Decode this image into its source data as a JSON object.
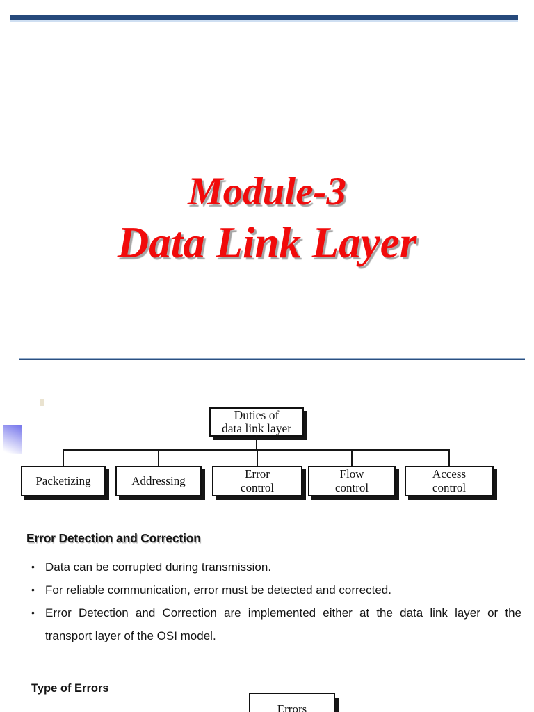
{
  "title": {
    "line1": "Module-3",
    "line2": "Data Link Layer"
  },
  "duties_diagram": {
    "root": {
      "line1": "Duties of",
      "line2": "data link layer"
    },
    "children": [
      {
        "lines": [
          "Packetizing"
        ]
      },
      {
        "lines": [
          "Addressing"
        ]
      },
      {
        "lines": [
          "Error",
          "control"
        ]
      },
      {
        "lines": [
          "Flow",
          "control"
        ]
      },
      {
        "lines": [
          "Access",
          "control"
        ]
      }
    ]
  },
  "error_section": {
    "heading": "Error Detection and Correction",
    "bullet_glyph": "•",
    "bullets": [
      "Data can be corrupted during transmission.",
      "For reliable communication, error must be detected and corrected.",
      "Error Detection and Correction are implemented either at the data link layer or the transport layer of the OSI model."
    ],
    "subheading": "Type of Errors"
  },
  "errors_diagram": {
    "root": "Errors"
  },
  "colors": {
    "accent_bar": "#26497b",
    "accent_bar_underline": "#cfdff2",
    "divider_rule": "#2c4f80",
    "title_red": "#f10b0b",
    "title_shadow": "#a6a6a6",
    "box_border": "#111111",
    "box_shadow": "#161616",
    "gradient_marker": "#7b7bec",
    "body_text": "#141414"
  }
}
